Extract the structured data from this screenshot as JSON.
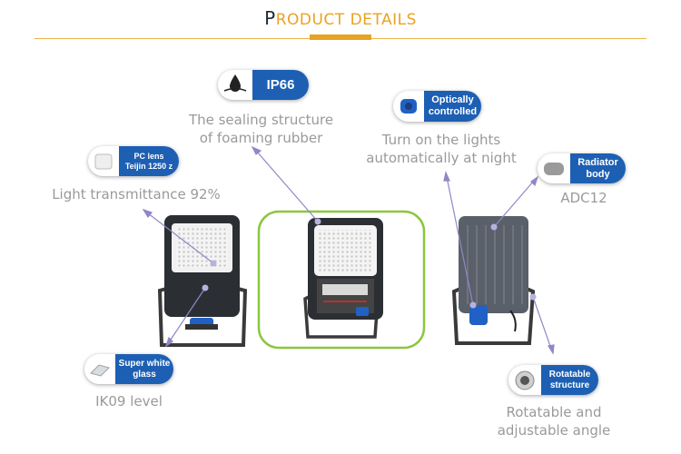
{
  "header": {
    "title_first": "P",
    "title_rest": "RODUCT DETAILS"
  },
  "callouts": {
    "ip66": {
      "icon_text": "IP66",
      "badge": "IP66",
      "caption_line1": "The sealing structure",
      "caption_line2": "of foaming rubber"
    },
    "optical": {
      "badge_line1": "Optically",
      "badge_line2": "controlled",
      "caption_line1": "Turn on the lights",
      "caption_line2": "automatically at night"
    },
    "pc_lens": {
      "badge_line1": "PC lens",
      "badge_line2": "Teijin 1250 z",
      "caption": "Light transmittance 92%"
    },
    "radiator": {
      "badge_line1": "Radiator",
      "badge_line2": "body",
      "caption": "ADC12"
    },
    "glass": {
      "badge_line1": "Super white",
      "badge_line2": "glass",
      "caption": "IK09 level"
    },
    "rotatable": {
      "badge_line1": "Rotatable",
      "badge_line2": "structure",
      "caption_line1": "Rotatable and",
      "caption_line2": "adjustable angle"
    }
  },
  "colors": {
    "accent": "#e9a322",
    "badge_blue": "#1d5fb3",
    "highlight_frame": "#8cc63f",
    "leader": "#8e88c7"
  }
}
